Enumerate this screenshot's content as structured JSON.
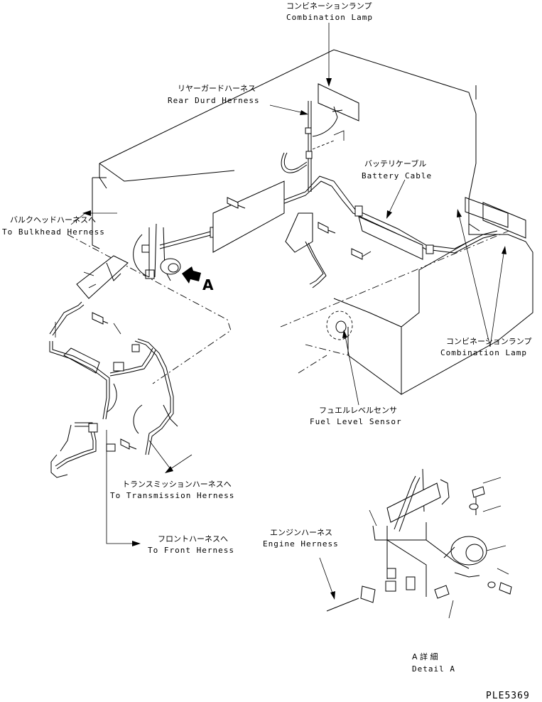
{
  "labels": {
    "combination_lamp_top_jp": "コンビネーションランプ",
    "combination_lamp_top_en": "Combination Lamp",
    "rear_guard_harness_jp": "リヤーガードハーネス",
    "rear_guard_harness_en": "Rear Durd Herness",
    "battery_cable_jp": "バッテリケーブル",
    "battery_cable_en": "Battery Cable",
    "bulkhead_harness_jp": "バルクヘッドハーネスへ",
    "bulkhead_harness_en": "To Bulkhead Herness",
    "view_marker": "A",
    "combination_lamp_right_jp": "コンビネーションランプ",
    "combination_lamp_right_en": "Combination Lamp",
    "fuel_level_sensor_jp": "フュエルレベルセンサ",
    "fuel_level_sensor_en": "Fuel Level Sensor",
    "transmission_harness_jp": "トランスミッションハーネスへ",
    "transmission_harness_en": "To Transmission Herness",
    "front_harness_jp": "フロントハーネスへ",
    "front_harness_en": "To Front Herness",
    "engine_harness_jp": "エンジンハーネス",
    "engine_harness_en": "Engine Herness",
    "detail_a_jp": "A 詳 細",
    "detail_a_en": "Detail A",
    "drawing_code": "PLE5369"
  }
}
